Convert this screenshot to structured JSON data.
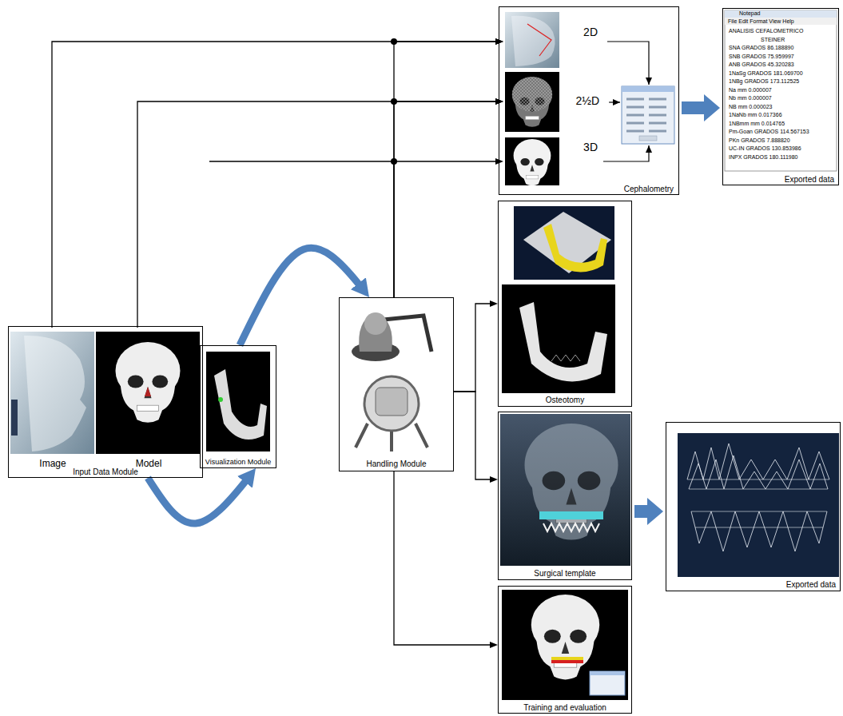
{
  "diagram": {
    "nodes": [
      {
        "text": [
          "Input Data Module"
        ]
      },
      {
        "text": [
          "Image"
        ],
        "in": 0
      },
      {
        "text": [
          "Model"
        ],
        "in": 0
      },
      {
        "text": [
          "Visualization Module"
        ]
      },
      {
        "text": [
          "Handling Module"
        ]
      },
      {
        "text": [
          "Cephalometry"
        ]
      },
      {
        "text": [
          "2D"
        ],
        "in": 5
      },
      {
        "text": [
          "2½D"
        ],
        "in": 5
      },
      {
        "text": [
          "3D"
        ],
        "in": 5
      },
      {
        "text": [
          "Notepad",
          "File Edit Format View Help",
          "ANALISIS CEFALOMETRICO",
          "STEINER",
          "SNA GRADOS 86.188890",
          "SNB GRADOS 75.959997",
          "ANB GRADOS 45.320283",
          "1NaSg GRADOS 181.069700",
          "1NBg GRADOS 173.112525",
          "Na mm 0.000007",
          "Nb mm 0.000007",
          "NB mm 0.000023",
          "1NaNb mm 0.017366",
          "1NBmm mm 0.014765",
          "Pm-Goan GRADOS 114.567153",
          "PKn GRADOS 7.888820",
          "UC-IN GRADOS 130.853986",
          "INPX GRADOS 180.111980",
          "Exported data"
        ]
      },
      {
        "text": [
          "Osteotomy"
        ]
      },
      {
        "text": [
          "Surgical template"
        ]
      },
      {
        "text": [
          "Exported data"
        ]
      },
      {
        "text": [
          "Training and evaluation"
        ]
      }
    ],
    "edges": [
      {
        "from": 0,
        "to": 3,
        "arrow": "to"
      },
      {
        "from": 3,
        "to": 4,
        "arrow": "to"
      },
      {
        "from": 1,
        "to": 6,
        "arrow": "to"
      },
      {
        "from": 2,
        "to": 7,
        "arrow": "to"
      },
      {
        "from": 4,
        "to": 6,
        "arrow": "to"
      },
      {
        "from": 4,
        "to": 7,
        "arrow": "to"
      },
      {
        "from": 4,
        "to": 8,
        "arrow": "to"
      },
      {
        "from": 4,
        "to": 10,
        "arrow": "to"
      },
      {
        "from": 4,
        "to": 11,
        "arrow": "to"
      },
      {
        "from": 4,
        "to": 13,
        "arrow": "to"
      },
      {
        "from": 5,
        "to": 9,
        "arrow": "to"
      },
      {
        "from": 11,
        "to": 12,
        "arrow": "to"
      }
    ]
  }
}
